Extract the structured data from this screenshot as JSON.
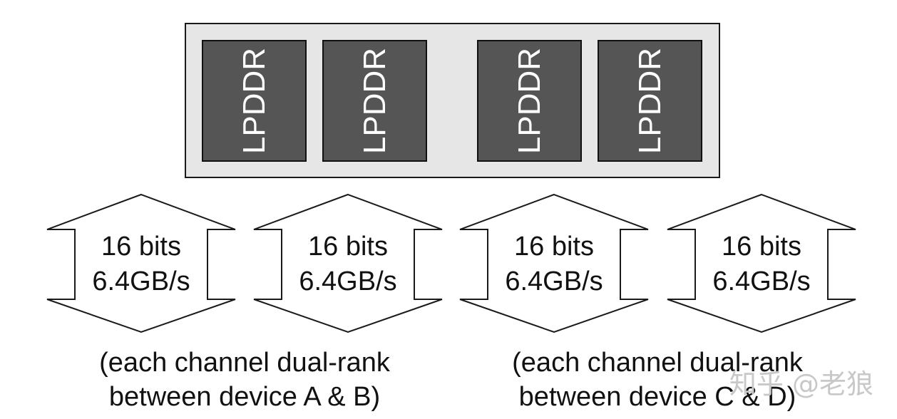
{
  "module": {
    "chips": [
      {
        "label": "LPDDR"
      },
      {
        "label": "LPDDR"
      },
      {
        "label": "LPDDR"
      },
      {
        "label": "LPDDR"
      }
    ]
  },
  "channels": [
    {
      "width_label": "16 bits",
      "bandwidth_label": "6.4GB/s"
    },
    {
      "width_label": "16 bits",
      "bandwidth_label": "6.4GB/s"
    },
    {
      "width_label": "16 bits",
      "bandwidth_label": "6.4GB/s"
    },
    {
      "width_label": "16 bits",
      "bandwidth_label": "6.4GB/s"
    }
  ],
  "captions": [
    {
      "line1": "(each channel dual-rank",
      "line2": "between device A & B)"
    },
    {
      "line1": "(each channel dual-rank",
      "line2": "between device C & D)"
    }
  ],
  "watermark": "知乎 @老狼",
  "colors": {
    "module_fill": "#e6e6e6",
    "chip_fill": "#555555",
    "chip_text": "#ffffff",
    "outline": "#1a1a1a"
  }
}
